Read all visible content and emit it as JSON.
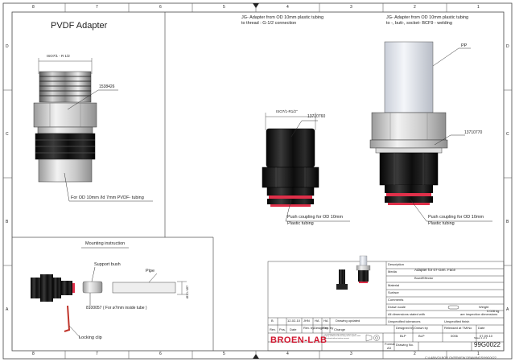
{
  "frame": {
    "top_cols": [
      "8",
      "7",
      "6",
      "5",
      "4",
      "3",
      "2",
      "1"
    ],
    "bottom_cols": [
      "8",
      "7",
      "6",
      "5",
      "4",
      "3",
      "2",
      "1"
    ],
    "rows": [
      "D",
      "C",
      "B",
      "A"
    ]
  },
  "views": {
    "pvdf": {
      "title": "PVDF Adapter",
      "thread_label": "ISO7/1 - R 1/2",
      "part_no": "1538426",
      "note": "For OD 10mm /Id 7mm PVDF- tubing"
    },
    "jg_thread": {
      "title_line1": "JG- Adapter from OD 10mm plastic tubing",
      "title_line2": "to thread : G-1/2 connection",
      "thread_label": "ISO7/1-R1/2\"",
      "part_no": "13710760",
      "note_line1": "Push coupling for OD 10mm",
      "note_line2": "Plastic tubing"
    },
    "jg_socket": {
      "title_line1": "JG- Adapter from OD 10mm plastic tubing",
      "title_line2": "to -, butt-, socket- BCF9 - welding",
      "pp_label": "PP",
      "part_no": "13710770",
      "note_line1": "Push coupling for OD 10mm",
      "note_line2": "Plastic tubing"
    }
  },
  "mounting": {
    "title": "Mounting instruction",
    "support_bush": "Support bush",
    "pipe": "Pipe",
    "part_note": "8100057 ( For ø7mm inside tube )",
    "locking_clip": "Locking clip",
    "dim_label": "Ø10 / Ø7"
  },
  "title_block": {
    "description_label": "Description",
    "description": "Adapter for 07-Gen. Face",
    "media_label": "Media",
    "media": "Bowl/Effector",
    "material_label": "Material",
    "surface_label": "Surface",
    "comments_label": "Comments",
    "drawn_label": "Drawn scale",
    "weight_label": "Weight",
    "weight": "0.028 kg",
    "dims_note": "All dimensions stated with",
    "dims_note2": "are inspection dimensions",
    "tolerances_label": "Unspecified tolerances",
    "finish_label": "Unspecified finish",
    "rev_row": [
      "B",
      "12-02-10",
      "JHN",
      "HA",
      "HA",
      "Drawing updated"
    ],
    "rev_headers": [
      "Rev.",
      "Pos.",
      "Date",
      "Rev. by",
      "Design by",
      "Rev. by",
      "Change"
    ],
    "designed_by_label": "Designed by",
    "designed_by": "BLP",
    "drawn_by_label": "Drawn by",
    "drawn_by": "BLP",
    "released_label": "Released at TM/No",
    "released": "0006",
    "date_label": "Date",
    "date": "07-09-10",
    "brand": "BROEN-LAB",
    "fine_print": "This drawing and any materials thereof are the property of Broen-Lab and may not be copied, used or disclosed without written consent.",
    "format_label": "Format",
    "format": "A3",
    "drawing_no_label": "Drawing No.",
    "drawing_no": "99G0022",
    "sheet_label": "Sheet 1 of 1"
  },
  "footer_path": "C:\\LAB\\VOLBOR OVERVIEW DRAWINGS\\99G0022"
}
